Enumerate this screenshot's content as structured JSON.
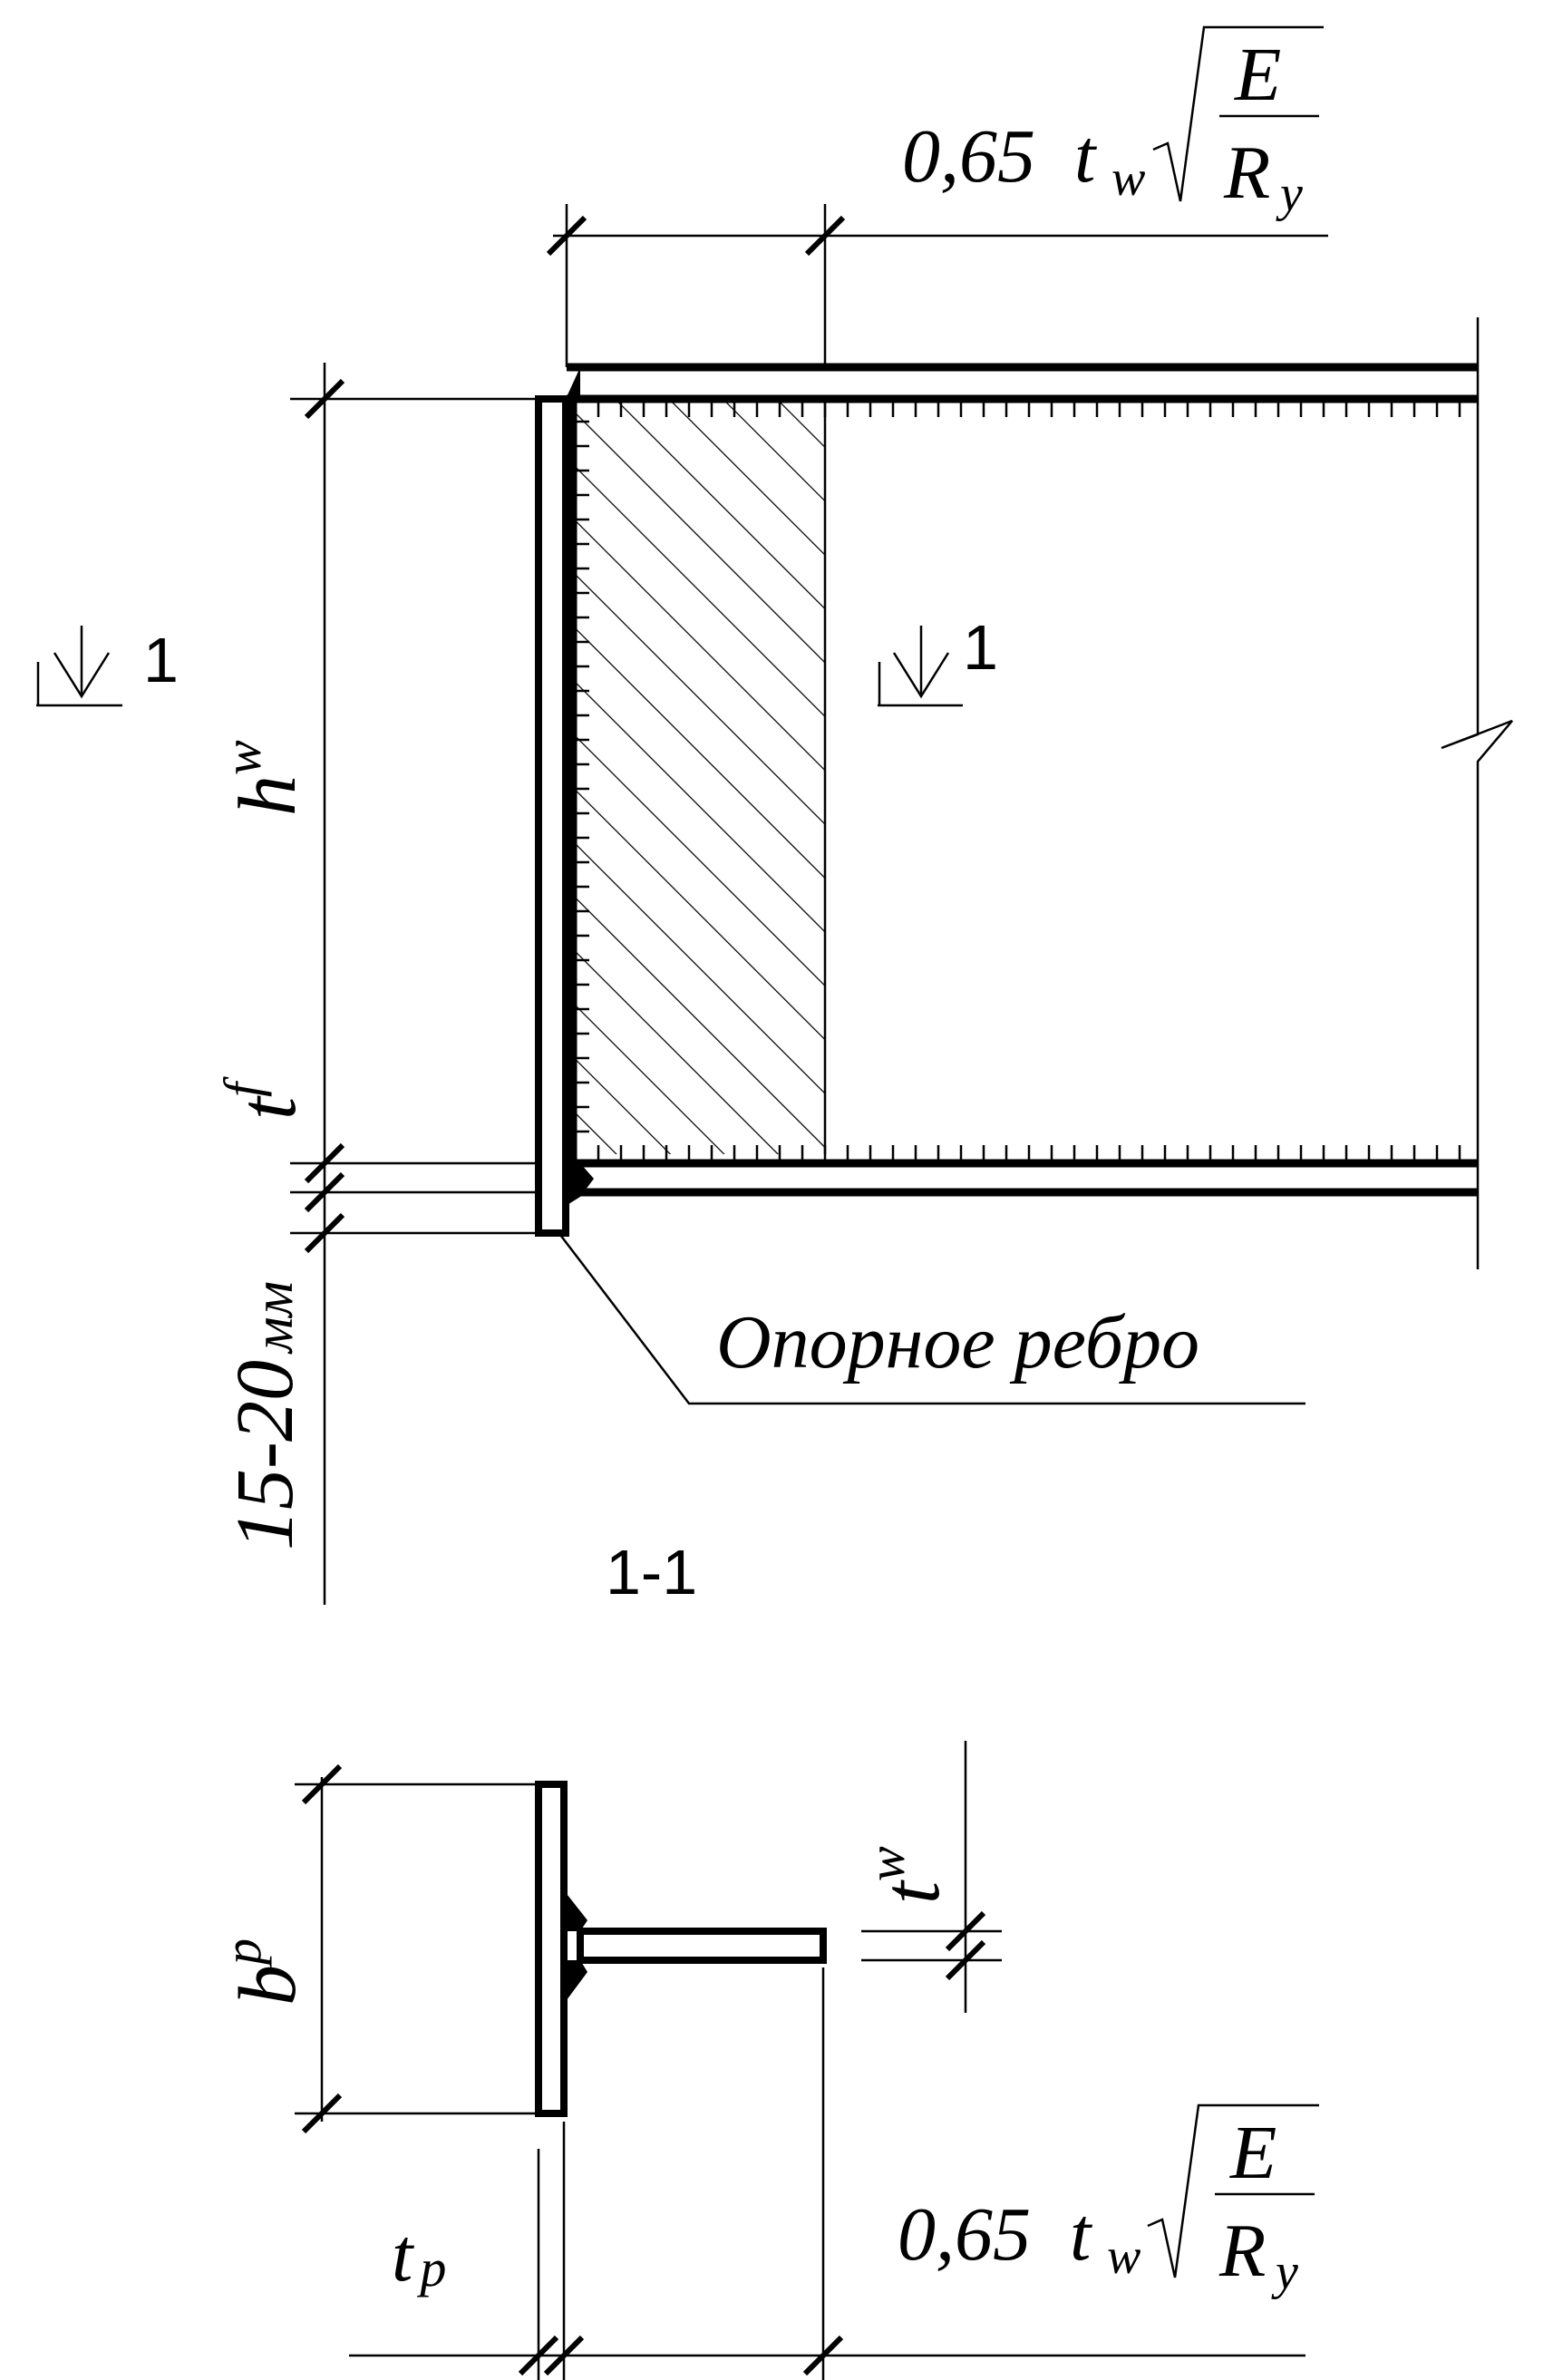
{
  "labels": {
    "top_coef": "0,65",
    "bottom_coef": "0,65",
    "t_main": "t",
    "w_sub": "w",
    "e_num": "E",
    "r_den": "R",
    "y_sub": "y",
    "h_main": "h",
    "f_sub": "f",
    "range_text": "15-20",
    "mm_text": "мм",
    "rib_callout": "Опорное ребро",
    "section_mark": "1",
    "section_title": "1-1",
    "b_main": "b",
    "p_sub": "p"
  },
  "colors": {
    "line": "#000000",
    "background": "#ffffff"
  }
}
